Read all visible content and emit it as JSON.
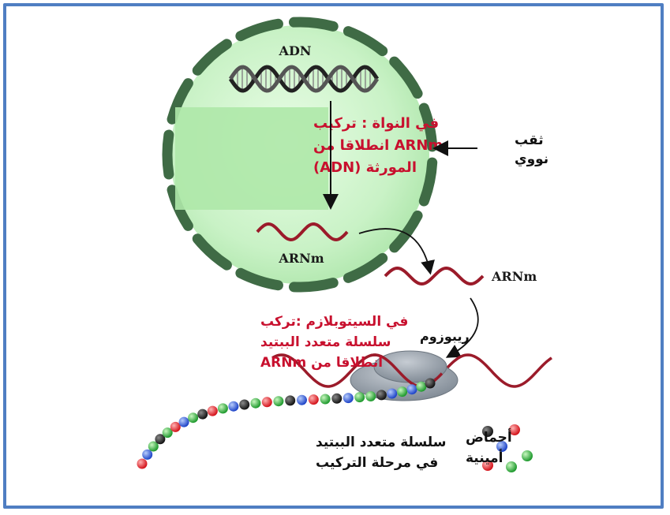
{
  "labels": {
    "adn": "ADN",
    "arnm_nucleus": "ARNm",
    "arnm_out": "ARNm",
    "nuclear_pore": [
      "ثقب",
      "نووي"
    ],
    "ribosome": "ريبوزوم",
    "nucleus_box": [
      "في النواة : تركيب",
      "ARNm انطلاقا من",
      "المورثة (ADN)"
    ],
    "cytoplasm": [
      "في السيتوبلازم :تركب",
      "سلسلة متعدد الببتيد",
      "انطلاقا من ARNm"
    ],
    "chain": [
      "سلسلة متعدد الببتيد",
      "في مرحلة التركيب"
    ],
    "amino_acids": [
      "أحماض",
      "أمينية"
    ]
  },
  "colors": {
    "frame": "#4f7ec2",
    "nucleus_fill": "#c9f2c6",
    "envelope": "#3f6b45",
    "red_text": "#c8102e",
    "mrna": "#9b1b2a",
    "ribosome": "#9aa3ad"
  },
  "beads": [
    "red",
    "blue",
    "green",
    "black",
    "green",
    "red",
    "blue",
    "green",
    "black",
    "red",
    "green",
    "blue",
    "black",
    "green",
    "red",
    "green",
    "black",
    "blue",
    "red",
    "green",
    "black",
    "blue",
    "green",
    "green",
    "black",
    "blue",
    "green",
    "blue",
    "green",
    "black"
  ]
}
